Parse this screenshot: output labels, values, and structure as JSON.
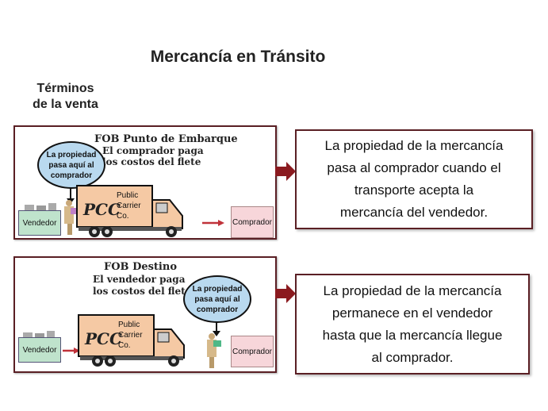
{
  "title": "Mercancía en Tránsito",
  "terms_label": [
    "Términos",
    "de la venta"
  ],
  "panels": [
    {
      "heading": "FOB Punto de Embarque",
      "subtitle": [
        "El comprador paga",
        "los costos del flete"
      ],
      "bubble": [
        "La propiedad",
        "pasa aquí al",
        "comprador"
      ],
      "truck": {
        "logo": "PCC",
        "text": [
          "Public",
          "Carrier",
          "Co."
        ]
      },
      "seller": "Vendedor",
      "buyer": "Comprador",
      "description": [
        "La propiedad de la mercancía",
        "pasa al comprador cuando el",
        "transporte  acepta la",
        "mercancía del vendedor."
      ]
    },
    {
      "heading": "FOB Destino",
      "subtitle": [
        "El vendedor paga",
        "los costos del flete"
      ],
      "bubble": [
        "La propiedad",
        "pasa aquí al",
        "comprador"
      ],
      "truck": {
        "logo": "PCC",
        "text": [
          "Public",
          "Carrier",
          "Co."
        ]
      },
      "seller": "Vendedor",
      "buyer": "Comprador",
      "description": [
        "La propiedad de la mercancía",
        "permanece en el vendedor",
        "hasta que la mercancía llegue",
        "al comprador."
      ]
    }
  ],
  "colors": {
    "frame": "#5a1f24",
    "arrow": "#8b1a1f",
    "truck": "#f5c9a4",
    "bubble": "#b9d9ef"
  }
}
